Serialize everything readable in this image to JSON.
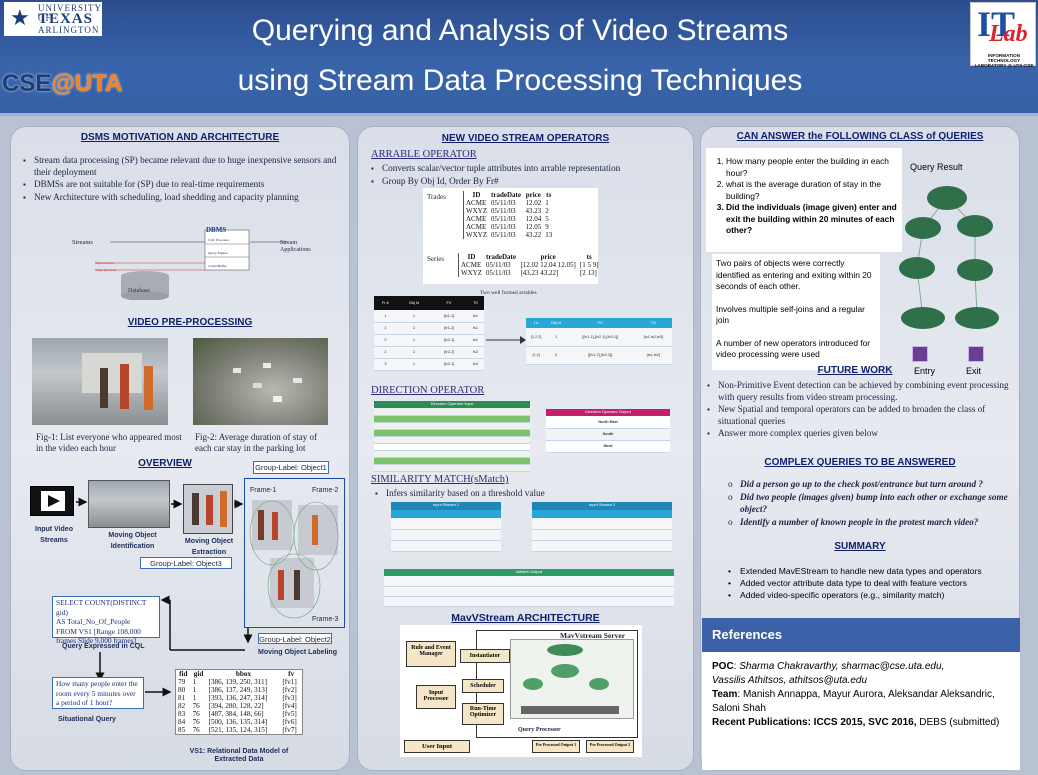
{
  "header": {
    "title_line1": "Querying and Analysis of Video Streams",
    "title_line2": "using Stream Data Processing Techniques",
    "uta_line1": "UNIVERSITY OF",
    "uta_line2": "TEXAS",
    "uta_line3": "ARLINGTON",
    "cse_logo_left": "CSE",
    "cse_logo_at": "@",
    "cse_logo_right": "UTA",
    "itlab_it": "IT",
    "itlab_lab": "Lab",
    "itlab_caption": "INFORMATION TECHNOLOGY LABORATORY @ UTA-CSE"
  },
  "col1": {
    "motivation_title": "DSMS MOTIVATION AND ARCHITECTURE",
    "motivation_bullets": [
      "Stream  data processing (SP) became relevant due to huge inexpensive sensors and their deployment",
      "DBMSs are not suitable for  (SP) due to real-time requirements",
      "New Architecture with scheduling, load shedding and capacity planning"
    ],
    "arch": {
      "dbms": "DBMS",
      "streams": "Streams",
      "stream_apps": "Stream Applications",
      "database": "Database",
      "cql": "CQL Processor",
      "query_engine": "Query Engine",
      "cache": "Cache/Buffer",
      "mtuple": "Tuple/Stream",
      "btuple": "Tuple (Stream)"
    },
    "preproc_title": "VIDEO PRE-PROCESSING",
    "fig1": "Fig-1: List everyone who appeared most in the video each hour",
    "fig2": "Fig-2: Average duration of stay of each car stay in the parking lot",
    "overview_title": "OVERVIEW",
    "input_streams": "Input Video Streams",
    "moving_id": "Moving Object Identification",
    "moving_ext": "Moving Object Extraction",
    "group3": "Group-Label: Object3",
    "group1": "Group-Label: Object1",
    "group2": "Group-Label: Object2",
    "frame1": "Frame-1",
    "frame2": "Frame-2",
    "frame3": "Frame-3",
    "moving_label": "Moving Object Labeling",
    "cql_lines": [
      "SELECT COUNT(DISTINCT gid)",
      " AS Total_No_Of_People",
      " FROM VS1 [Range 108,000",
      "frames Slide 9,000 frames]"
    ],
    "cql_caption": "Query Expressed in CQL",
    "situational": "How many people enter the room every 5 minutes over a period of 1 hour?",
    "situational_caption": "Situational Query",
    "rel_header": [
      "fid",
      "gid",
      "bbox",
      "fv"
    ],
    "rel_rows": [
      [
        "79",
        "1",
        "[386, 139, 250, 311]",
        "[fv1]"
      ],
      [
        "80",
        "1",
        "[386, 137, 249, 313]",
        "[fv2]"
      ],
      [
        "81",
        "1",
        "[393, 136, 247, 314]",
        "[fv3]"
      ],
      [
        "82",
        "76",
        "[394, 280, 128, 22]",
        "[fv4]"
      ],
      [
        "83",
        "76",
        "[487, 384, 148, 66]",
        "[fv5]"
      ],
      [
        "84",
        "76",
        "[500, 136, 135, 314]",
        "[fv6]"
      ],
      [
        "85",
        "76",
        "[521, 135, 124, 315]",
        "[fv7]"
      ]
    ],
    "rel_caption": "VS1: Relational Data Model of Extracted Data"
  },
  "col2": {
    "title": "NEW VIDEO STREAM OPERATORS",
    "arrable_title": "ARRABLE OPERATOR",
    "arrable_bullets": [
      "Converts scalar/vector tuple attributes into arrable representation",
      "Group By Obj Id, Order By Fr#"
    ],
    "trades_label": "Trades",
    "trades_header": [
      "ID",
      "tradeDate",
      "price",
      "ts"
    ],
    "trades_rows": [
      [
        "ACME",
        "05/11/03",
        "12.02",
        "1"
      ],
      [
        "WXYZ",
        "05/11/03",
        "43.23",
        "2"
      ],
      [
        "ACME",
        "05/11/03",
        "12.04",
        "5"
      ],
      [
        "ACME",
        "05/11/03",
        "12.05",
        "9"
      ],
      [
        "WXYZ",
        "05/11/03",
        "43.22",
        "13"
      ]
    ],
    "series_label": "Series",
    "series_header": [
      "ID",
      "tradeDate",
      "price",
      "ts"
    ],
    "series_rows": [
      [
        "ACME",
        "05/11/03",
        "[12.02 12.04 12.05]",
        "[1 5 9]"
      ],
      [
        "WXYZ",
        "05/11/03",
        "[43.23 43.22]",
        "[2 13]"
      ]
    ],
    "series_caption": "Two well formed arrables",
    "fr_header": [
      "Fr #",
      "Obj Id",
      "FV",
      "TS"
    ],
    "fr_rows": [
      [
        "1",
        "1",
        "[fv1-1]",
        "ts1"
      ],
      [
        "1",
        "2",
        "[fv1-2]",
        "ts1"
      ],
      [
        "2",
        "1",
        "[fv2-1]",
        "ts2"
      ],
      [
        "2",
        "2",
        "[fv2-2]",
        "ts2"
      ],
      [
        "3",
        "1",
        "[fv3-1]",
        "ts3"
      ]
    ],
    "arr_header": [
      "f #",
      "Obj Id",
      "FV",
      "TS"
    ],
    "arr_rows": [
      [
        "[1,2,3]",
        "1",
        "[[fv1-1],[fv2-1],[fv3-1]]",
        "[ts1,ts2,ts3]"
      ],
      [
        "[1,2]",
        "2",
        "[[fv1-2],[fv2-2]]",
        "[ts1,ts2]"
      ]
    ],
    "direction_title": "DIRECTION OPERATOR",
    "dir_in_title": "Direction Operator Input",
    "dir_out_title": "Direction Operator Output",
    "dir_out_labels": [
      "North East",
      "South",
      "West"
    ],
    "similarity_title": "SIMILARITY MATCH(sMatch)",
    "similarity_bullets": [
      "Infers similarity based on a threshold value"
    ],
    "in1_title": "Input Stream 1",
    "in2_title": "Input Stream 2",
    "sm_out_title": "sMatch Output",
    "mavv_title": "MavVStream ARCHITECTURE",
    "mavv": {
      "server": "MavVstream Server",
      "rule": "Rule and Event Manager",
      "instantiator": "Instantiator",
      "input_proc": "Input Processor",
      "scheduler": "Scheduler",
      "runtime": "Run-Time Optimizer",
      "query_proc": "Query Processor",
      "user_input": "User Input",
      "out1": "Pre Processed Output 1",
      "out2": "Pre Processed Output 2"
    }
  },
  "col3": {
    "title": "CAN ANSWER the FOLLOWING CLASS of QUERIES",
    "queries": [
      "How many people enter the building in each hour?",
      "what is the average duration of stay in the building?",
      "Did the individuals (image given) enter and exit the building within 20 minutes of each other?"
    ],
    "query_result": "Query Result",
    "result_text": [
      "Two pairs of objects were correctly identified as entering and exiting within 20 seconds of each other.",
      "Involves multiple self-joins and a regular join",
      "A number of new operators introduced for video processing were used"
    ],
    "entry": "Entry",
    "exit": "Exit",
    "future_title": "FUTURE WORK",
    "future_bullets": [
      "Non-Primitive Event detection can be achieved by combining event processing with query results from video stream processing.",
      "New Spatial and temporal operators can be added to broaden the class of situational queries",
      "Answer more complex queries given below"
    ],
    "complex_title": "COMPLEX QUERIES TO BE ANSWERED",
    "complex_queries": [
      "Did a person go up to the check post/entrance but turn around ?",
      "Did two people (images given) bump into each other or exchange some object?",
      "Identify a number of known people in the protest march video?"
    ],
    "summary_title": "SUMMARY",
    "summary_bullets": [
      "Extended MavEStream to handle new data types and operators",
      "Added vector attribute data type to deal with feature vectors",
      "Added video-specific operators (e.g., similarity match)"
    ],
    "refs_title": "References",
    "poc_label": "POC",
    "poc_1": "Sharma Chakravarthy, sharmac@cse.uta.edu,",
    "poc_2": "Vassilis Athitsos, athitsos@uta.edu",
    "team_label": "Team",
    "team_text": ": Manish Annappa, Mayur Aurora,  Aleksandar Aleksandric, Saloni Shah",
    "recent_label": "Recent Publications: ICCS 2015, SVC 2016,",
    "recent_tail": " DEBS (submitted)"
  }
}
